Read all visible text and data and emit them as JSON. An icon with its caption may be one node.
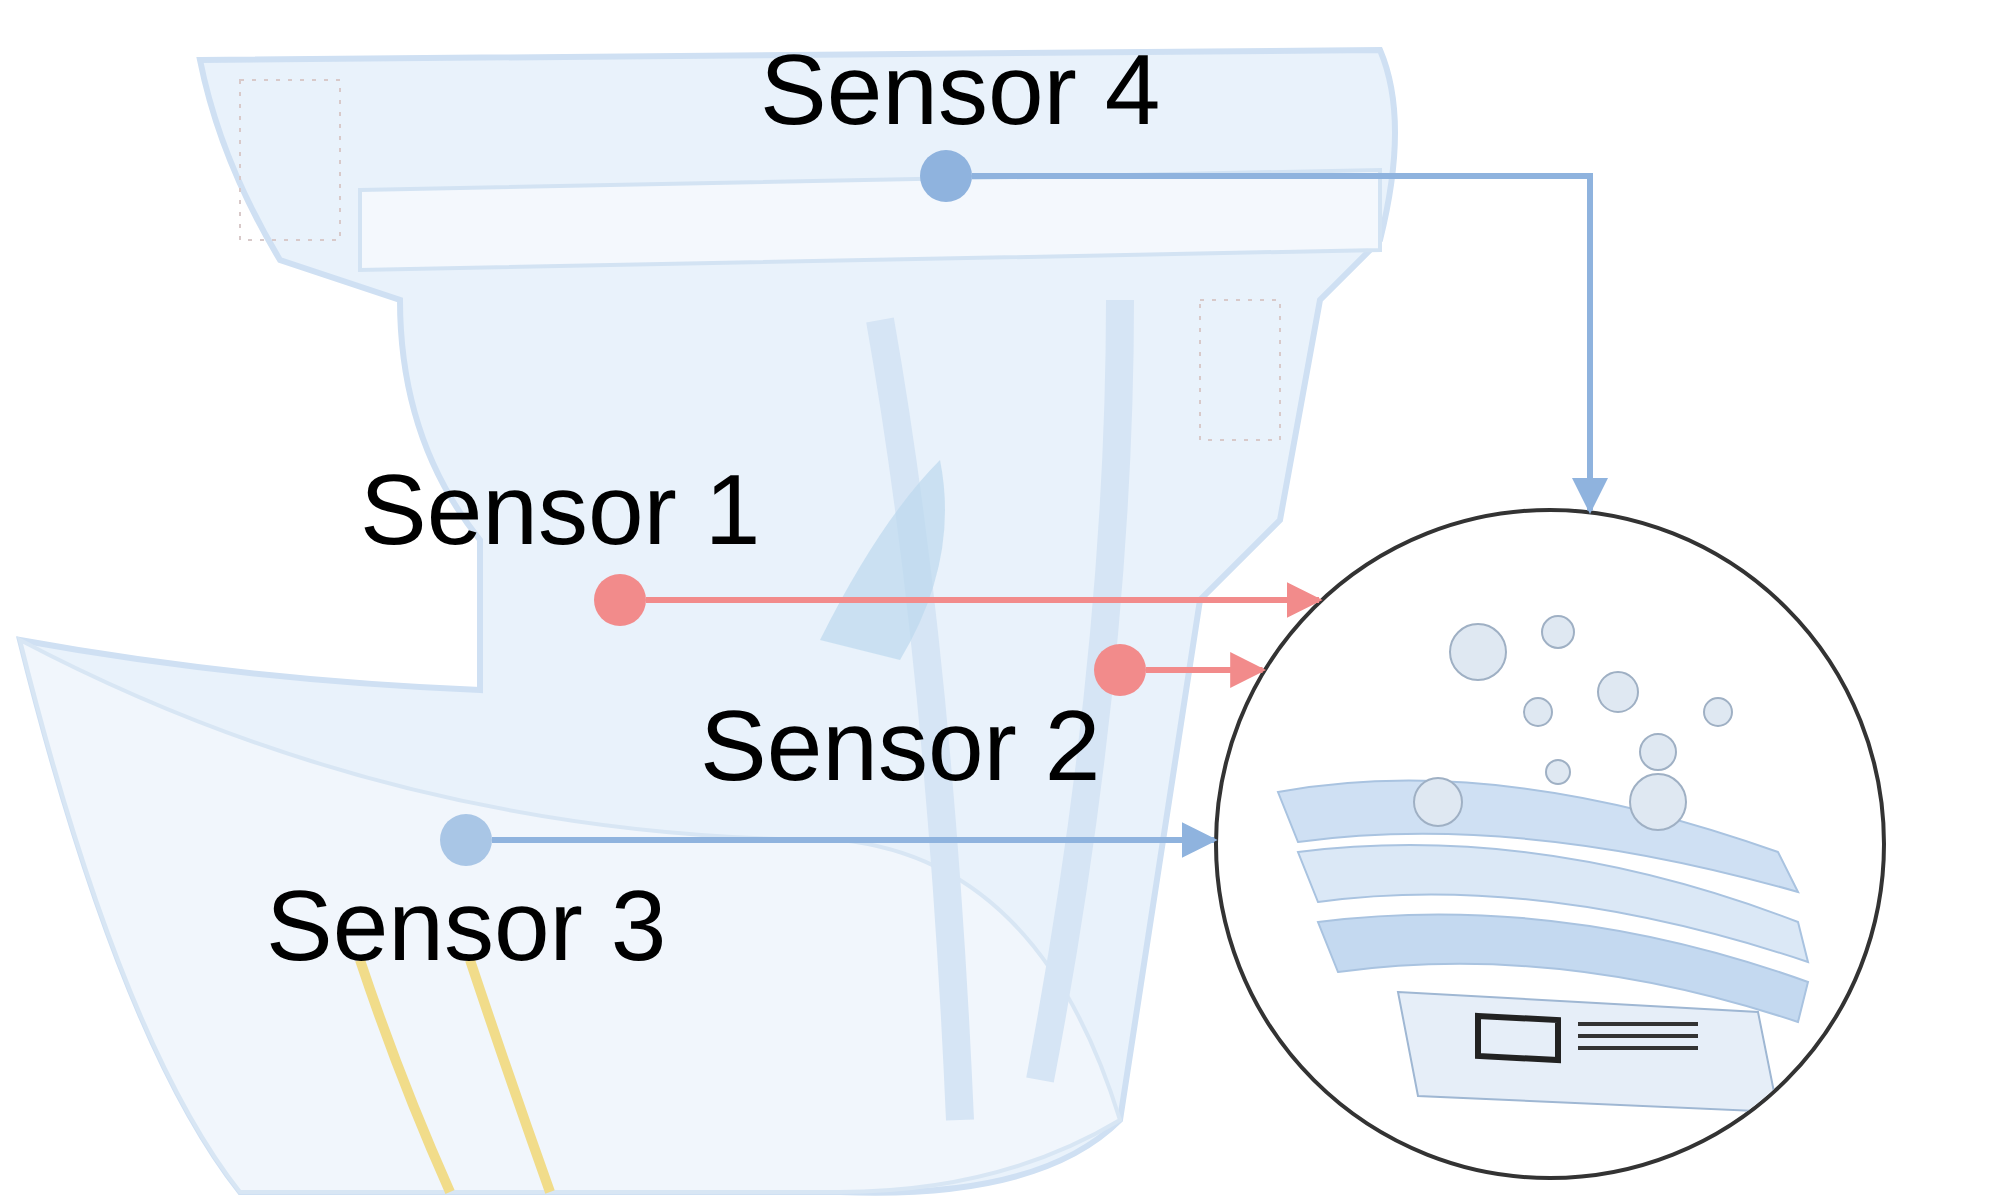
{
  "diagram": {
    "nodes": [
      {
        "text": [],
        "shape": "circle",
        "beside": [
          "Sensor 4"
        ]
      },
      {
        "text": [],
        "shape": "circle",
        "beside": [
          "Sensor 1"
        ]
      },
      {
        "text": [],
        "shape": "circle",
        "beside": [
          "Sensor 2"
        ]
      },
      {
        "text": [],
        "shape": "circle",
        "beside": [
          "Sensor 3"
        ]
      },
      {
        "text": [],
        "shape": "picture"
      }
    ],
    "edges": [
      {
        "from": 0,
        "to": 4,
        "arrow": "to",
        "color": "#8fb3de"
      },
      {
        "from": 1,
        "to": 4,
        "arrow": "to",
        "color": "#f28b8b"
      },
      {
        "from": 2,
        "to": 4,
        "arrow": "to",
        "color": "#f28b8b"
      },
      {
        "from": 3,
        "to": 4,
        "arrow": "to",
        "color": "#8fb3de"
      }
    ]
  }
}
